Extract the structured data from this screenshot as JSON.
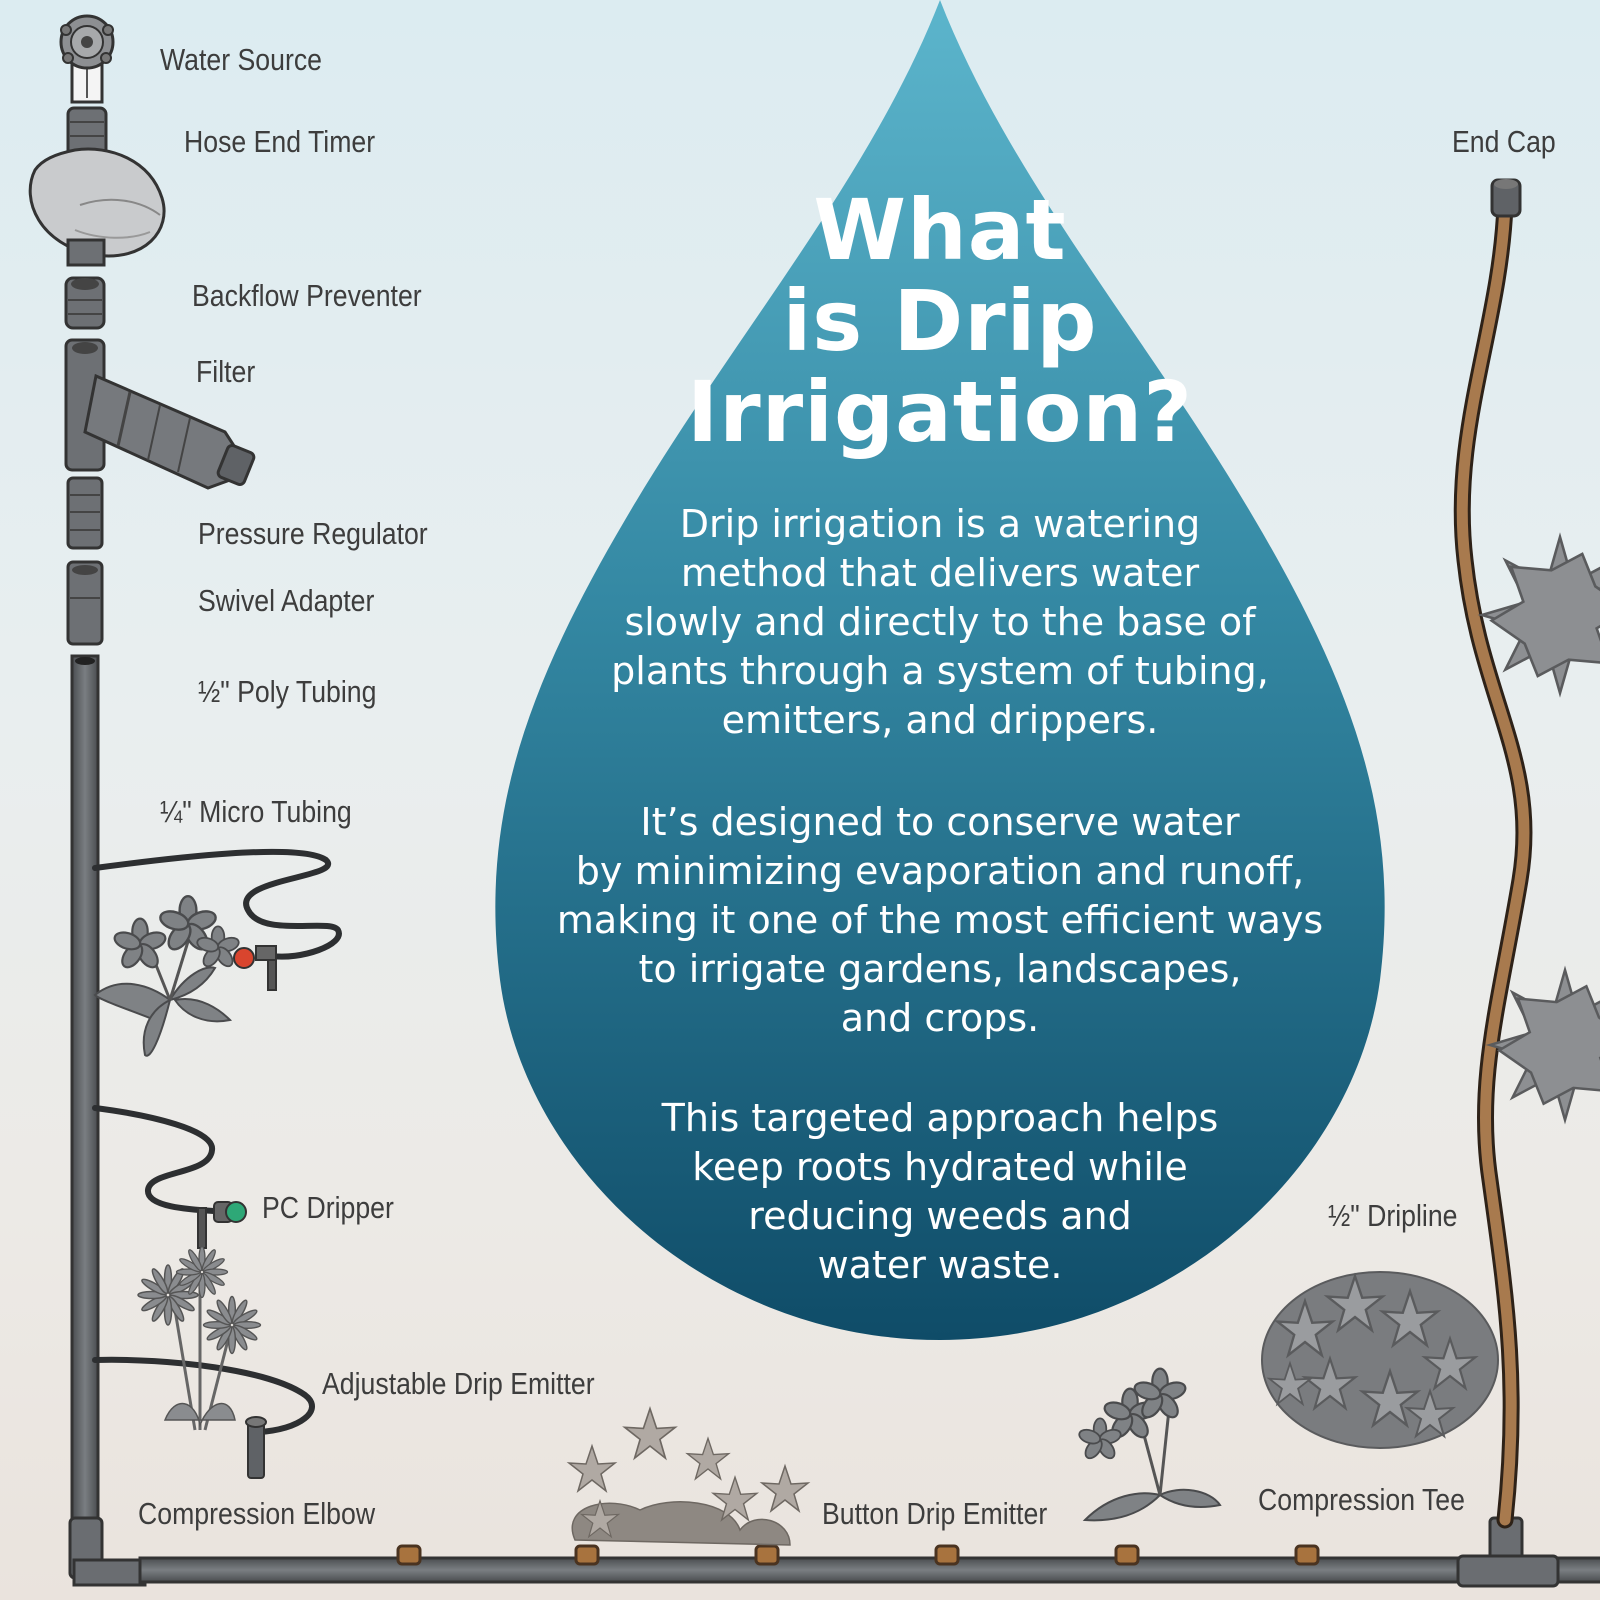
{
  "headline": {
    "line1": "What",
    "line2": "is Drip",
    "line3": "Irrigation?"
  },
  "paragraphs": [
    [
      "Drip irrigation is a watering",
      "method that delivers water",
      "slowly and directly to the base of",
      "plants through a system of tubing,",
      "emitters, and drippers."
    ],
    [
      "It’s designed to conserve water",
      "by minimizing evaporation and runoff,",
      "making it one of the most efficient ways",
      "to irrigate gardens, landscapes,",
      "and crops."
    ],
    [
      "This targeted approach helps",
      "keep roots hydrated while",
      "reducing weeds and",
      "water waste."
    ]
  ],
  "labels": {
    "water_source": "Water Source",
    "hose_end_timer": "Hose End Timer",
    "backflow_preventer": "Backflow Preventer",
    "filter": "Filter",
    "pressure_regulator": "Pressure Regulator",
    "swivel_adapter": "Swivel Adapter",
    "poly_tubing": "½\" Poly Tubing",
    "micro_tubing": "¼\" Micro Tubing",
    "pc_dripper": "PC Dripper",
    "adjustable_drip_emitter": "Adjustable Drip Emitter",
    "compression_elbow": "Compression Elbow",
    "button_drip_emitter": "Button Drip Emitter",
    "compression_tee": "Compression Tee",
    "dripline": "½\" Dripline",
    "end_cap": "End Cap"
  },
  "colors": {
    "drop_top": "#5cb5cc",
    "drop_bottom": "#0f4c68",
    "pipe": "#606468",
    "dripline": "#a87a4e",
    "pc_dripper_accent": "#2ea877",
    "micro_emitter_accent": "#d9452e",
    "button_emitter": "#a8733e"
  }
}
